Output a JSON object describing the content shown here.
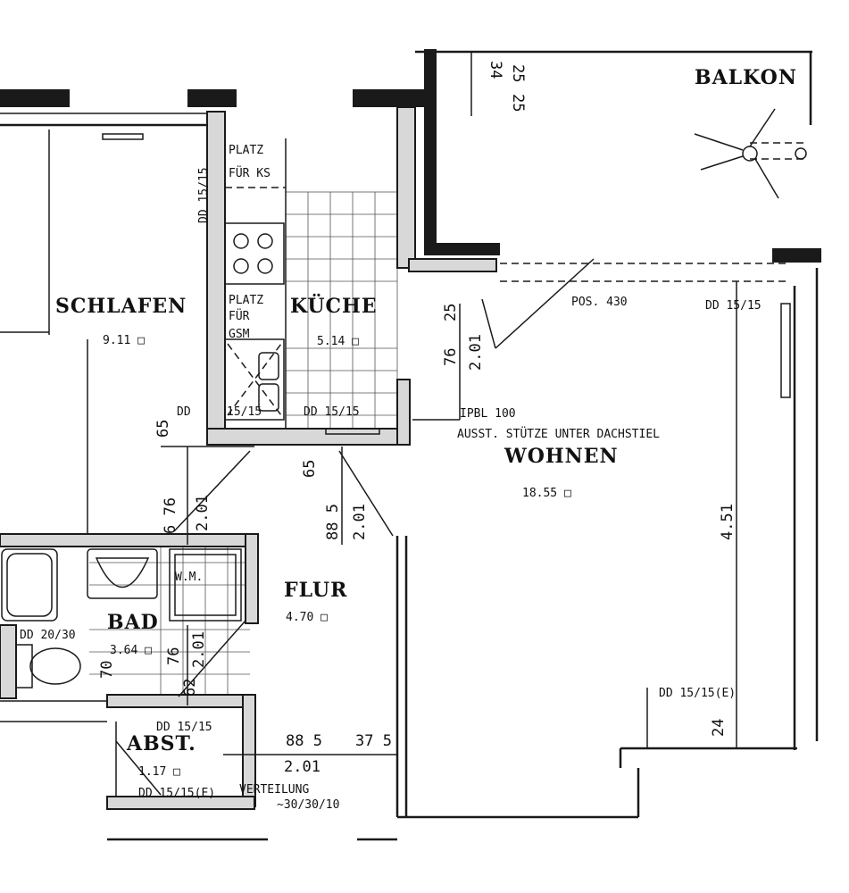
{
  "rooms": {
    "balkon": {
      "name": "BALKON"
    },
    "schlafen": {
      "name": "SCHLAFEN",
      "area": "9.11 □"
    },
    "kueche": {
      "name": "KÜCHE",
      "area": "5.14 □"
    },
    "wohnen": {
      "name": "WOHNEN",
      "area": "18.55 □"
    },
    "flur": {
      "name": "FLUR",
      "area": "4.70 □"
    },
    "bad": {
      "name": "BAD",
      "area": "3.64 □"
    },
    "abst": {
      "name": "ABST.",
      "area": "1.17 □"
    }
  },
  "labels": {
    "platz_ks_1": "PLATZ",
    "platz_ks_2": "FÜR KS",
    "platz_gsm_1": "PLATZ",
    "platz_gsm_2": "FÜR",
    "platz_gsm_3": "GSM",
    "wm": "W.M.",
    "pos430": "POS. 430",
    "ipbl": "IPBL 100",
    "stuetze": "AUSST. STÜTZE UNTER DACHSTIEL",
    "verteilung_1": "VERTEILUNG",
    "verteilung_2": "~30/30/10",
    "dd_15_15_vert": "DD 15/15",
    "dd_kueche_left": "DD",
    "dd_kueche_mid": "15/15",
    "dd_kueche_right": "DD 15/15",
    "dd_wohnen_top": "DD 15/15",
    "dd_wohnen_e": "DD 15/15(E)",
    "dd_bad": "DD 20/30",
    "dd_abst_top": "DD 15/15",
    "dd_abst_e": "DD 15/15(E)"
  },
  "dims": {
    "d25a": "25",
    "d34": "34",
    "d25b": "25",
    "d65a": "65",
    "d676": "6 76",
    "d201a": "2.01",
    "d25c": "25",
    "d76a": "76",
    "d201b": "2.01",
    "d65b": "65",
    "d885a": "88 5",
    "d201c": "2.01",
    "d451": "4.51",
    "d24": "24",
    "d76b": "76",
    "d201d": "2.01",
    "d70": "70",
    "d62": "62",
    "d885b": "88 5",
    "d375": "37 5",
    "d201e": "2.01"
  }
}
